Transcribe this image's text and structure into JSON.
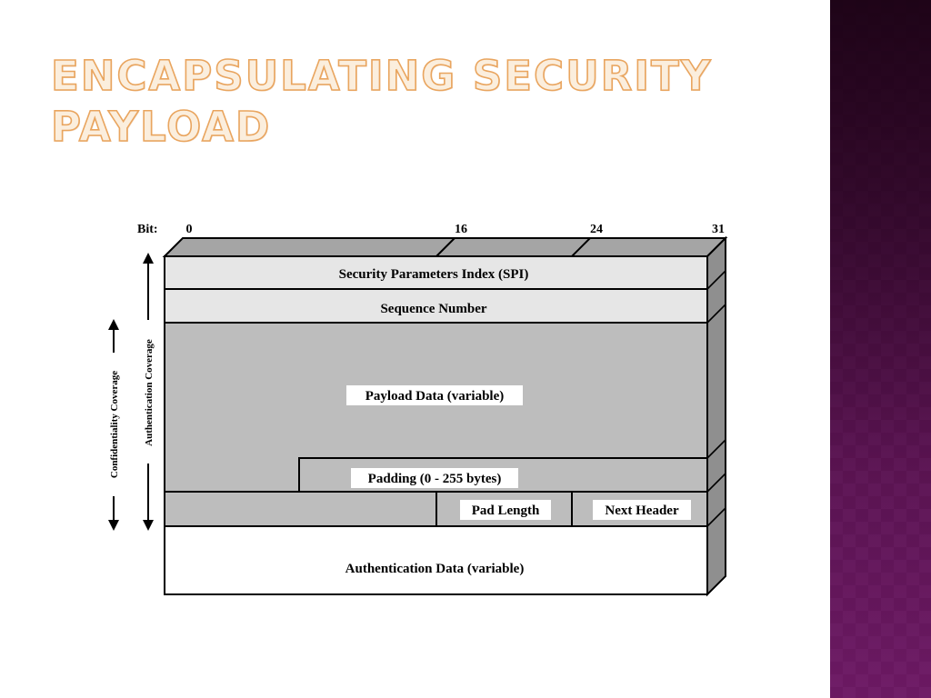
{
  "slide": {
    "title": "Encapsulating Security Payload"
  },
  "diagram": {
    "bit_label": "Bit:",
    "bit_ticks": [
      "0",
      "16",
      "24",
      "31"
    ],
    "fields": {
      "spi": "Security Parameters Index (SPI)",
      "sequence": "Sequence Number",
      "payload": "Payload Data (variable)",
      "padding": "Padding (0 - 255 bytes)",
      "pad_length": "Pad Length",
      "next_header": "Next Header",
      "auth_data": "Authentication Data (variable)"
    },
    "coverage": {
      "authentication": "Authentication Coverage",
      "confidentiality": "Confidentiality Coverage"
    },
    "colors": {
      "light_field": "#e6e6e6",
      "payload_field": "#bdbdbd",
      "side_face": "#8f8f8f",
      "top_face": "#a5a5a5",
      "title_fill": "#fbeedd",
      "title_outline": "#e9a55f",
      "panel_top": "#4d0c40",
      "panel_bottom": "#b04ca8"
    }
  }
}
